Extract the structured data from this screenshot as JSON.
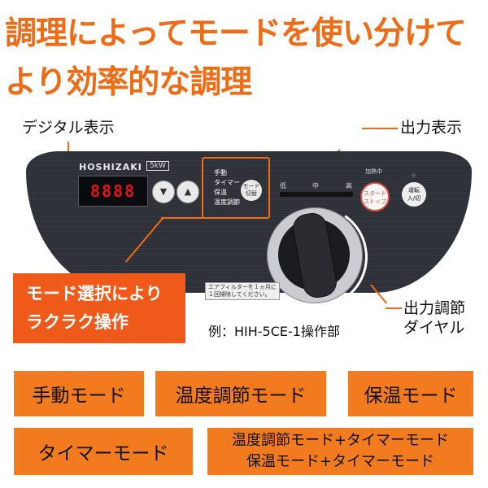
{
  "headline": {
    "line1": "調理によってモードを使い分けて",
    "line2": "より効率的な調理"
  },
  "callouts": {
    "digital_display": "デジタル表示",
    "output_display": "出力表示",
    "output_dial_line1": "出力調節",
    "output_dial_line2": "ダイヤル"
  },
  "panel": {
    "brand": "HOSHIZAKI",
    "power": "5kW",
    "display_value": "8888",
    "down_button": "▼",
    "up_button": "▲",
    "modes": [
      "手動",
      "タイマー",
      "保温",
      "温度調節"
    ],
    "mode_button": [
      "モード",
      "切替"
    ],
    "levels": {
      "low": "低",
      "mid": "中",
      "high": "高"
    },
    "heating_label": "加熱中",
    "start_stop": [
      "スタート",
      "ストップ"
    ],
    "run_button": [
      "運転",
      "入/切"
    ],
    "filter_note": [
      "エアフィルターを１ヵ月に",
      "１回掃除してください。"
    ]
  },
  "highlight": {
    "line1": "モード選択により",
    "line2": "ラクラク操作"
  },
  "model_caption": "例：HIH-5CE-1操作部",
  "mode_boxes": {
    "manual": "手動モード",
    "temp_control": "温度調節モード",
    "keep_warm": "保温モード",
    "timer": "タイマーモード",
    "combo_line1": "温度調節モード+タイマーモード",
    "combo_line2": "保温モード+タイマーモード"
  },
  "colors": {
    "accent": "#ef6b16",
    "box": "#f27b1f",
    "highlight": "#ef5a1a",
    "panel": "#2c2f36",
    "display_digits": "#e0151a"
  }
}
